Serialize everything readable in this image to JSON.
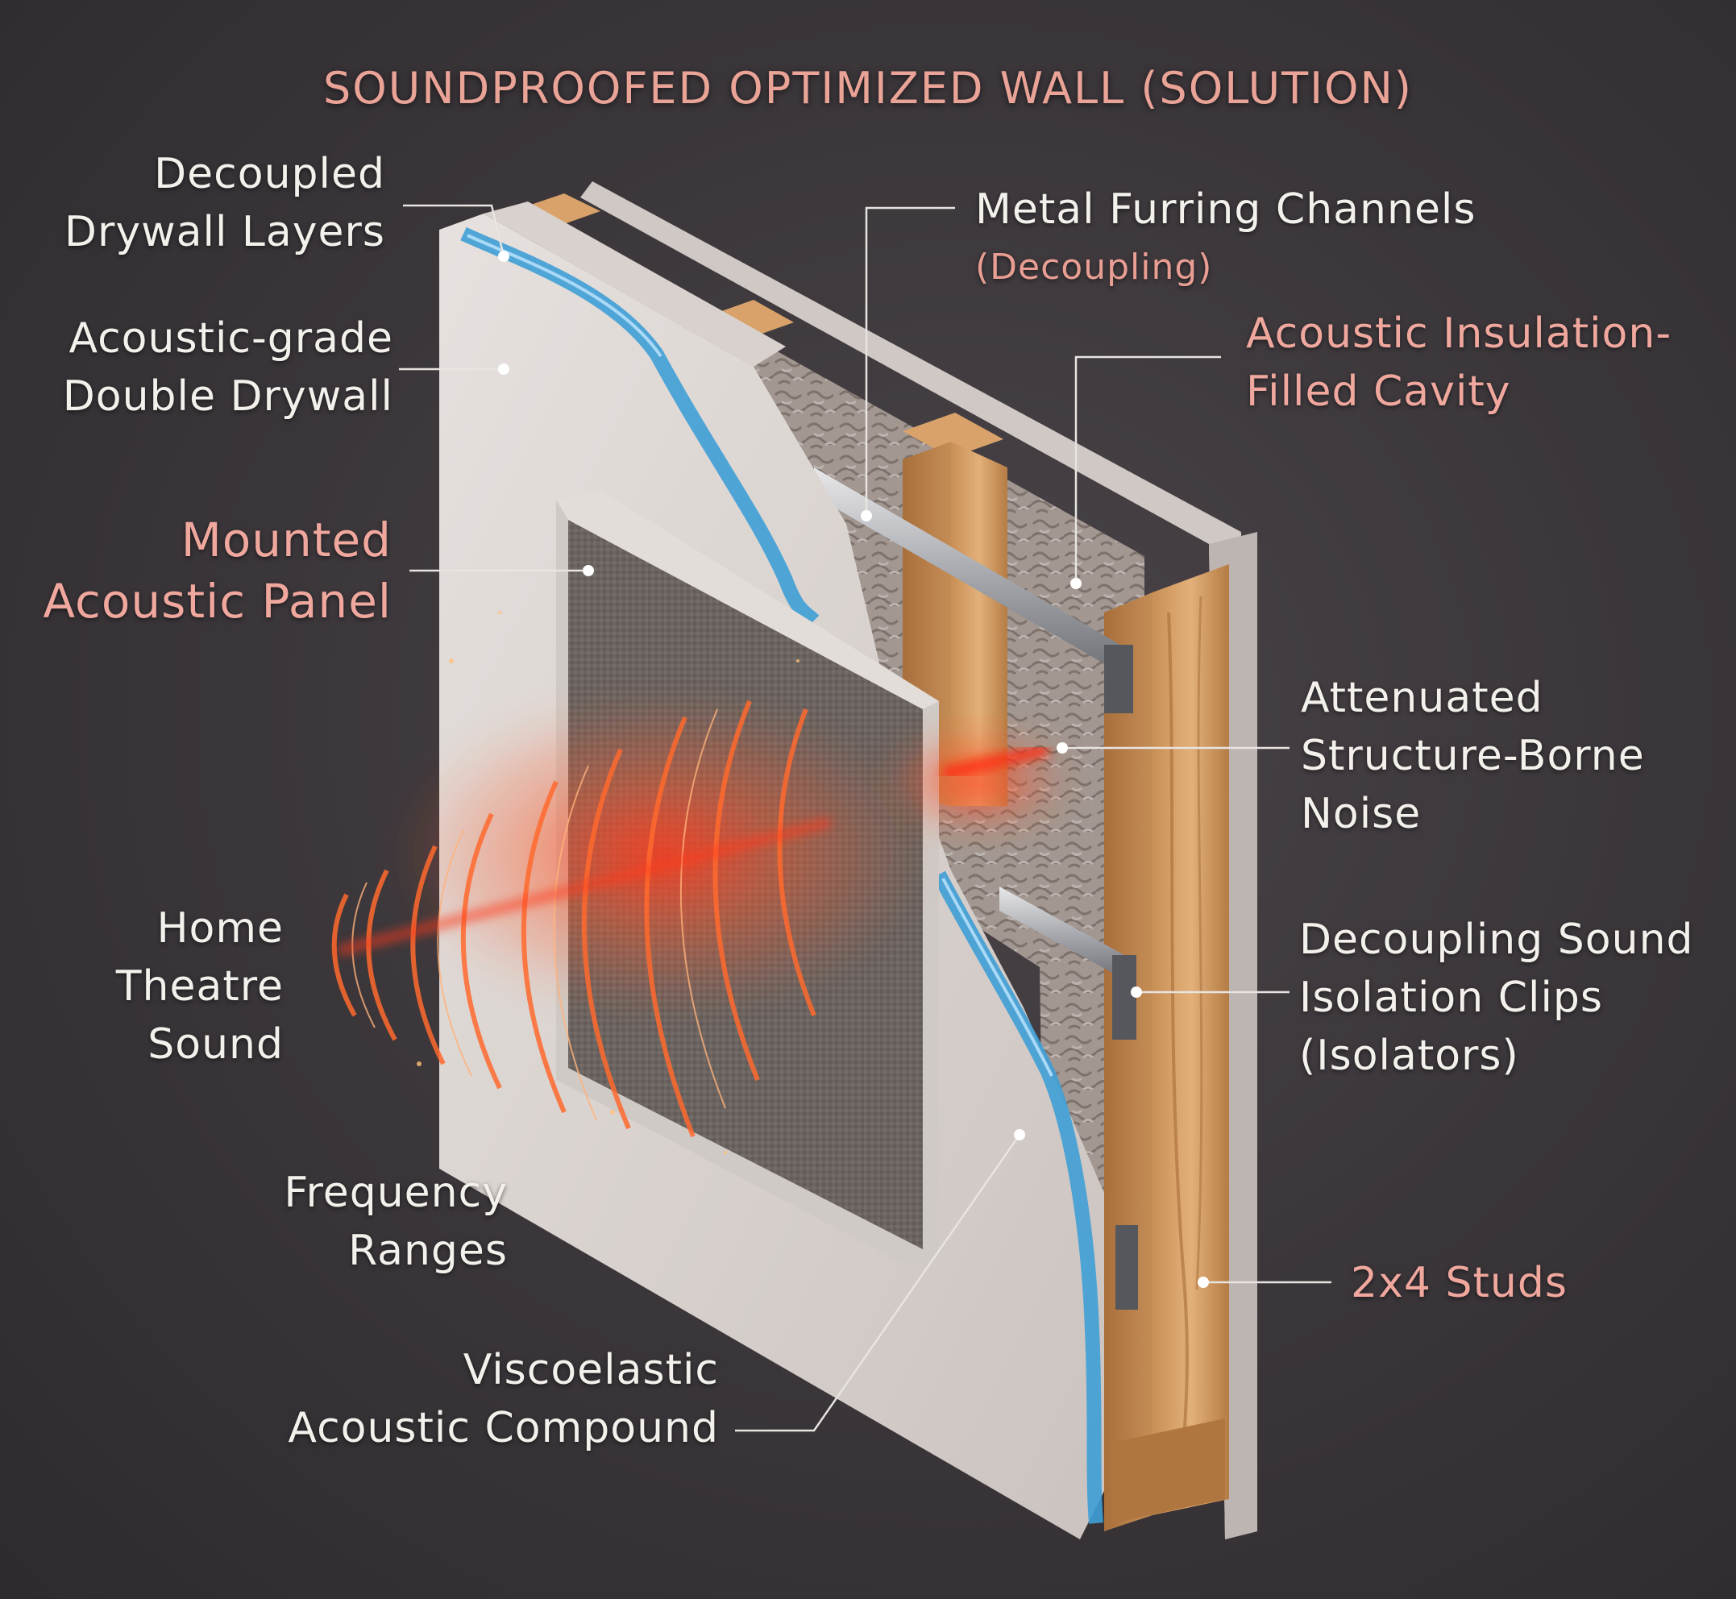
{
  "title": "SOUNDPROOFED OPTIMIZED WALL (SOLUTION)",
  "labels": {
    "decoupled_drywall": [
      "Decoupled",
      "Drywall Layers"
    ],
    "acoustic_double_drywall": [
      "Acoustic-grade",
      "Double Drywall"
    ],
    "mounted_panel": [
      "Mounted",
      "Acoustic Panel"
    ],
    "home_theatre": [
      "Home",
      "Theatre",
      "Sound"
    ],
    "frequency_ranges": [
      "Frequency",
      "Ranges"
    ],
    "viscoelastic": [
      "Viscoelastic",
      "Acoustic Compound"
    ],
    "furring_channels": "Metal Furring Channels",
    "furring_channels_sub": "(Decoupling)",
    "insulation_cavity": [
      "Acoustic Insulation-",
      "Filled Cavity"
    ],
    "attenuated_noise": [
      "Attenuated",
      "Structure-Borne",
      "Noise"
    ],
    "isolation_clips": [
      "Decoupling Sound",
      "Isolation Clips",
      "(Isolators)"
    ],
    "studs": "2x4 Studs"
  },
  "colors": {
    "title": "#eaa397",
    "highlight_label": "#f0a89e",
    "label": "#f4f0ec",
    "drywall": "#dcd6d3",
    "compound": "#4aa6d8",
    "wood": "#d9a46a",
    "insulation": "#bfb3ad",
    "panel_fabric": "#6e6764",
    "sound_wave": "#ff5a2a"
  }
}
